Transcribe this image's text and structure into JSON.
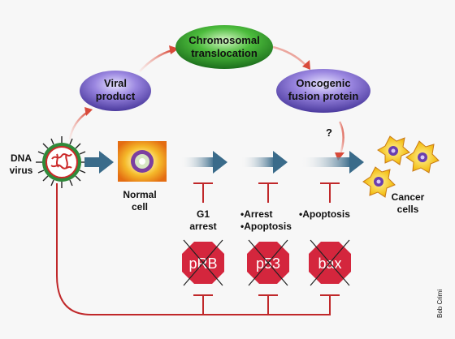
{
  "diagram": {
    "virus_label": [
      "DNA",
      "virus"
    ],
    "viral_product": [
      "Viral",
      "product"
    ],
    "chromosomal": [
      "Chromosomal",
      "translocation"
    ],
    "oncogenic": [
      "Oncogenic",
      "fusion protein"
    ],
    "question": "?",
    "normal_cell": [
      "Normal",
      "cell"
    ],
    "cancer_cells": [
      "Cancer",
      "cells"
    ],
    "g1_arrest": [
      "G1",
      "arrest"
    ],
    "p53_effects": [
      "•Arrest",
      "•Apoptosis"
    ],
    "bax_effects": [
      "•Apoptosis"
    ],
    "stop_signs": [
      "pRB",
      "p53",
      "bax"
    ],
    "credit": "Bob Crimi"
  },
  "colors": {
    "arrow_blue": "#3a6b8a",
    "red_line": "#c0282a",
    "ellipse_purple": "#7b5fc8",
    "ellipse_green": "#2e9a2e",
    "stop_red": "#d4263d",
    "cell_orange": "#ee8a1e"
  }
}
